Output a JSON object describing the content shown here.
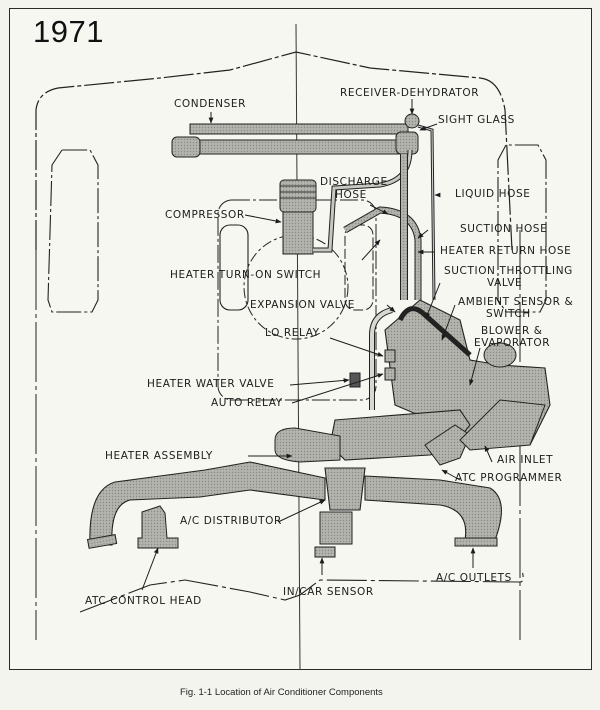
{
  "year": "1971",
  "caption": "Fig. 1-1  Location of Air Conditioner Components",
  "labels": {
    "condenser": "CONDENSER",
    "receiver_dehydrator": "RECEIVER-DEHYDRATOR",
    "sight_glass": "SIGHT GLASS",
    "discharge_hose_1": "DISCHARGE",
    "discharge_hose_2": "HOSE",
    "liquid_hose": "LIQUID HOSE",
    "compressor": "COMPRESSOR",
    "suction_hose": "SUCTION HOSE",
    "heater_return_hose": "HEATER RETURN HOSE",
    "heater_turn_on_switch": "HEATER TURN-ON SWITCH",
    "suction_throttling_valve_1": "SUCTION THROTTLING",
    "suction_throttling_valve_2": "VALVE",
    "expansion_valve": "EXPANSION VALVE",
    "ambient_sensor_1": "AMBIENT SENSOR &",
    "ambient_sensor_2": "SWITCH",
    "lo_relay": "LO RELAY",
    "blower_1": "BLOWER &",
    "blower_2": "EVAPORATOR",
    "heater_water_valve": "HEATER WATER VALVE",
    "auto_relay": "AUTO RELAY",
    "heater_assembly": "HEATER ASSEMBLY",
    "air_inlet": "AIR INLET",
    "atc_programmer": "ATC PROGRAMMER",
    "ac_distributor": "A/C DISTRIBUTOR",
    "ac_outlets": "A/C OUTLETS",
    "in_car_sensor": "IN/CAR SENSOR",
    "atc_control_head": "ATC CONTROL HEAD"
  },
  "colors": {
    "ink": "#1c1c1c",
    "component_fill": "#a9a9a4",
    "paper": "#f7f7f2"
  }
}
